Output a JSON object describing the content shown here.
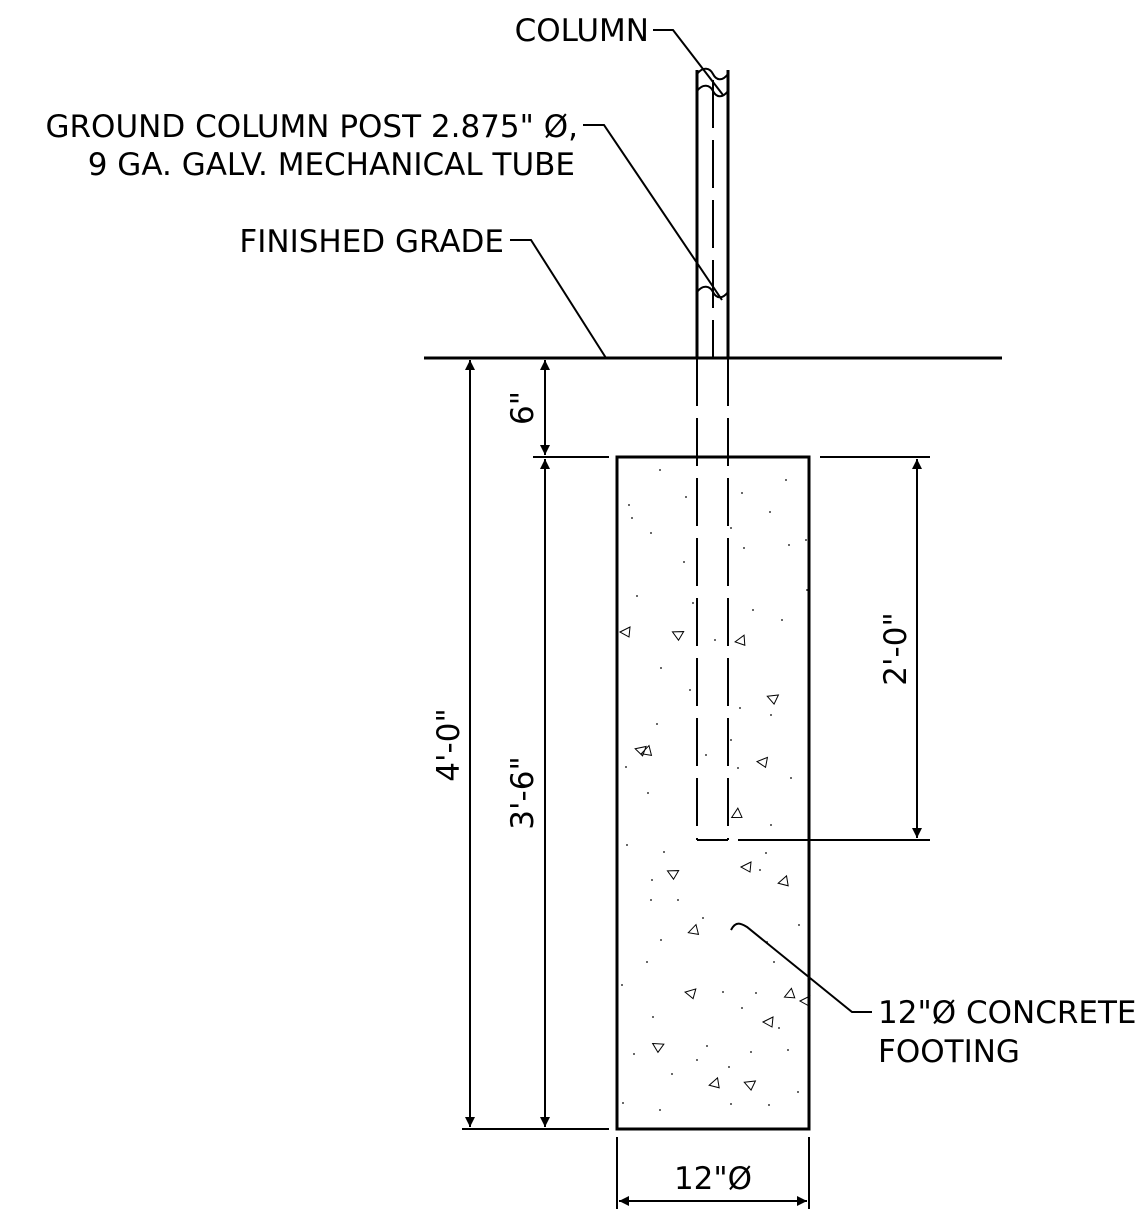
{
  "labels": {
    "column": "COLUMN",
    "post_line1": "GROUND COLUMN POST 2.875\" Ø,",
    "post_line2": "9 GA. GALV. MECHANICAL TUBE",
    "grade": "FINISHED GRADE",
    "footing_line1": "12\"Ø CONCRETE",
    "footing_line2": "FOOTING"
  },
  "dimensions": {
    "overall_depth": "4'-0\"",
    "top_offset": "6\"",
    "footing_depth": "3'-6\"",
    "embedment": "2'-0\"",
    "footing_diameter": "12\"Ø"
  }
}
